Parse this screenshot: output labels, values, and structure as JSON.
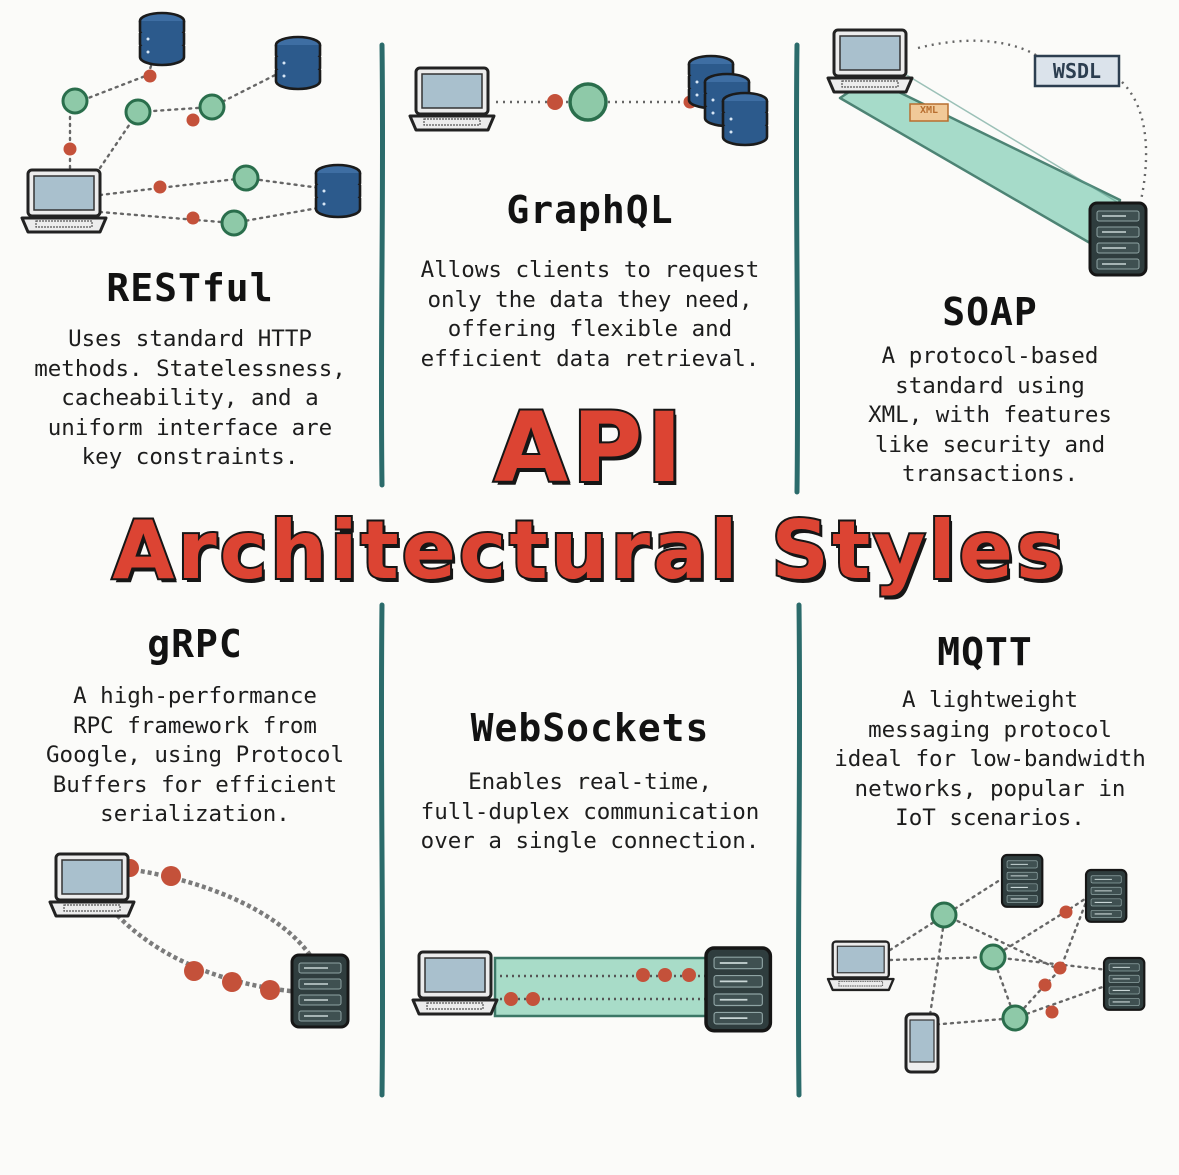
{
  "title": {
    "line1": "API",
    "line2": "Architectural Styles"
  },
  "colors": {
    "accent": "#dc4433",
    "divider": "#2b6b6b",
    "node_green": "#8ec9a8",
    "database_blue": "#2c5a8c",
    "channel_teal": "#9dd8c4",
    "server_dark": "#2f3d3e"
  },
  "sections": [
    {
      "id": "restful",
      "heading": "RESTful",
      "description": [
        "Uses standard HTTP",
        "methods. Statelessness,",
        "cacheability, and a",
        "uniform interface are",
        "key constraints."
      ]
    },
    {
      "id": "graphql",
      "heading": "GraphQL",
      "description": [
        "Allows clients to request",
        "only the data they need,",
        "offering flexible and",
        "efficient data retrieval."
      ]
    },
    {
      "id": "soap",
      "heading": "SOAP",
      "description": [
        "A protocol-based",
        "standard using",
        "XML, with features",
        "like security and",
        "transactions."
      ],
      "labels": {
        "wsdl": "WSDL",
        "xml": "XML"
      }
    },
    {
      "id": "grpc",
      "heading": "gRPC",
      "description": [
        "A high-performance",
        "RPC framework from",
        "Google, using Protocol",
        "Buffers for efficient",
        "serialization."
      ]
    },
    {
      "id": "websockets",
      "heading": "WebSockets",
      "description": [
        "Enables real-time,",
        "full-duplex communication",
        "over a single connection."
      ]
    },
    {
      "id": "mqtt",
      "heading": "MQTT",
      "description": [
        "A lightweight",
        "messaging protocol",
        "ideal for low-bandwidth",
        "networks, popular in",
        "IoT scenarios."
      ]
    }
  ],
  "icons": [
    "laptop-icon",
    "database-icon",
    "server-icon",
    "phone-icon",
    "node-icon"
  ]
}
